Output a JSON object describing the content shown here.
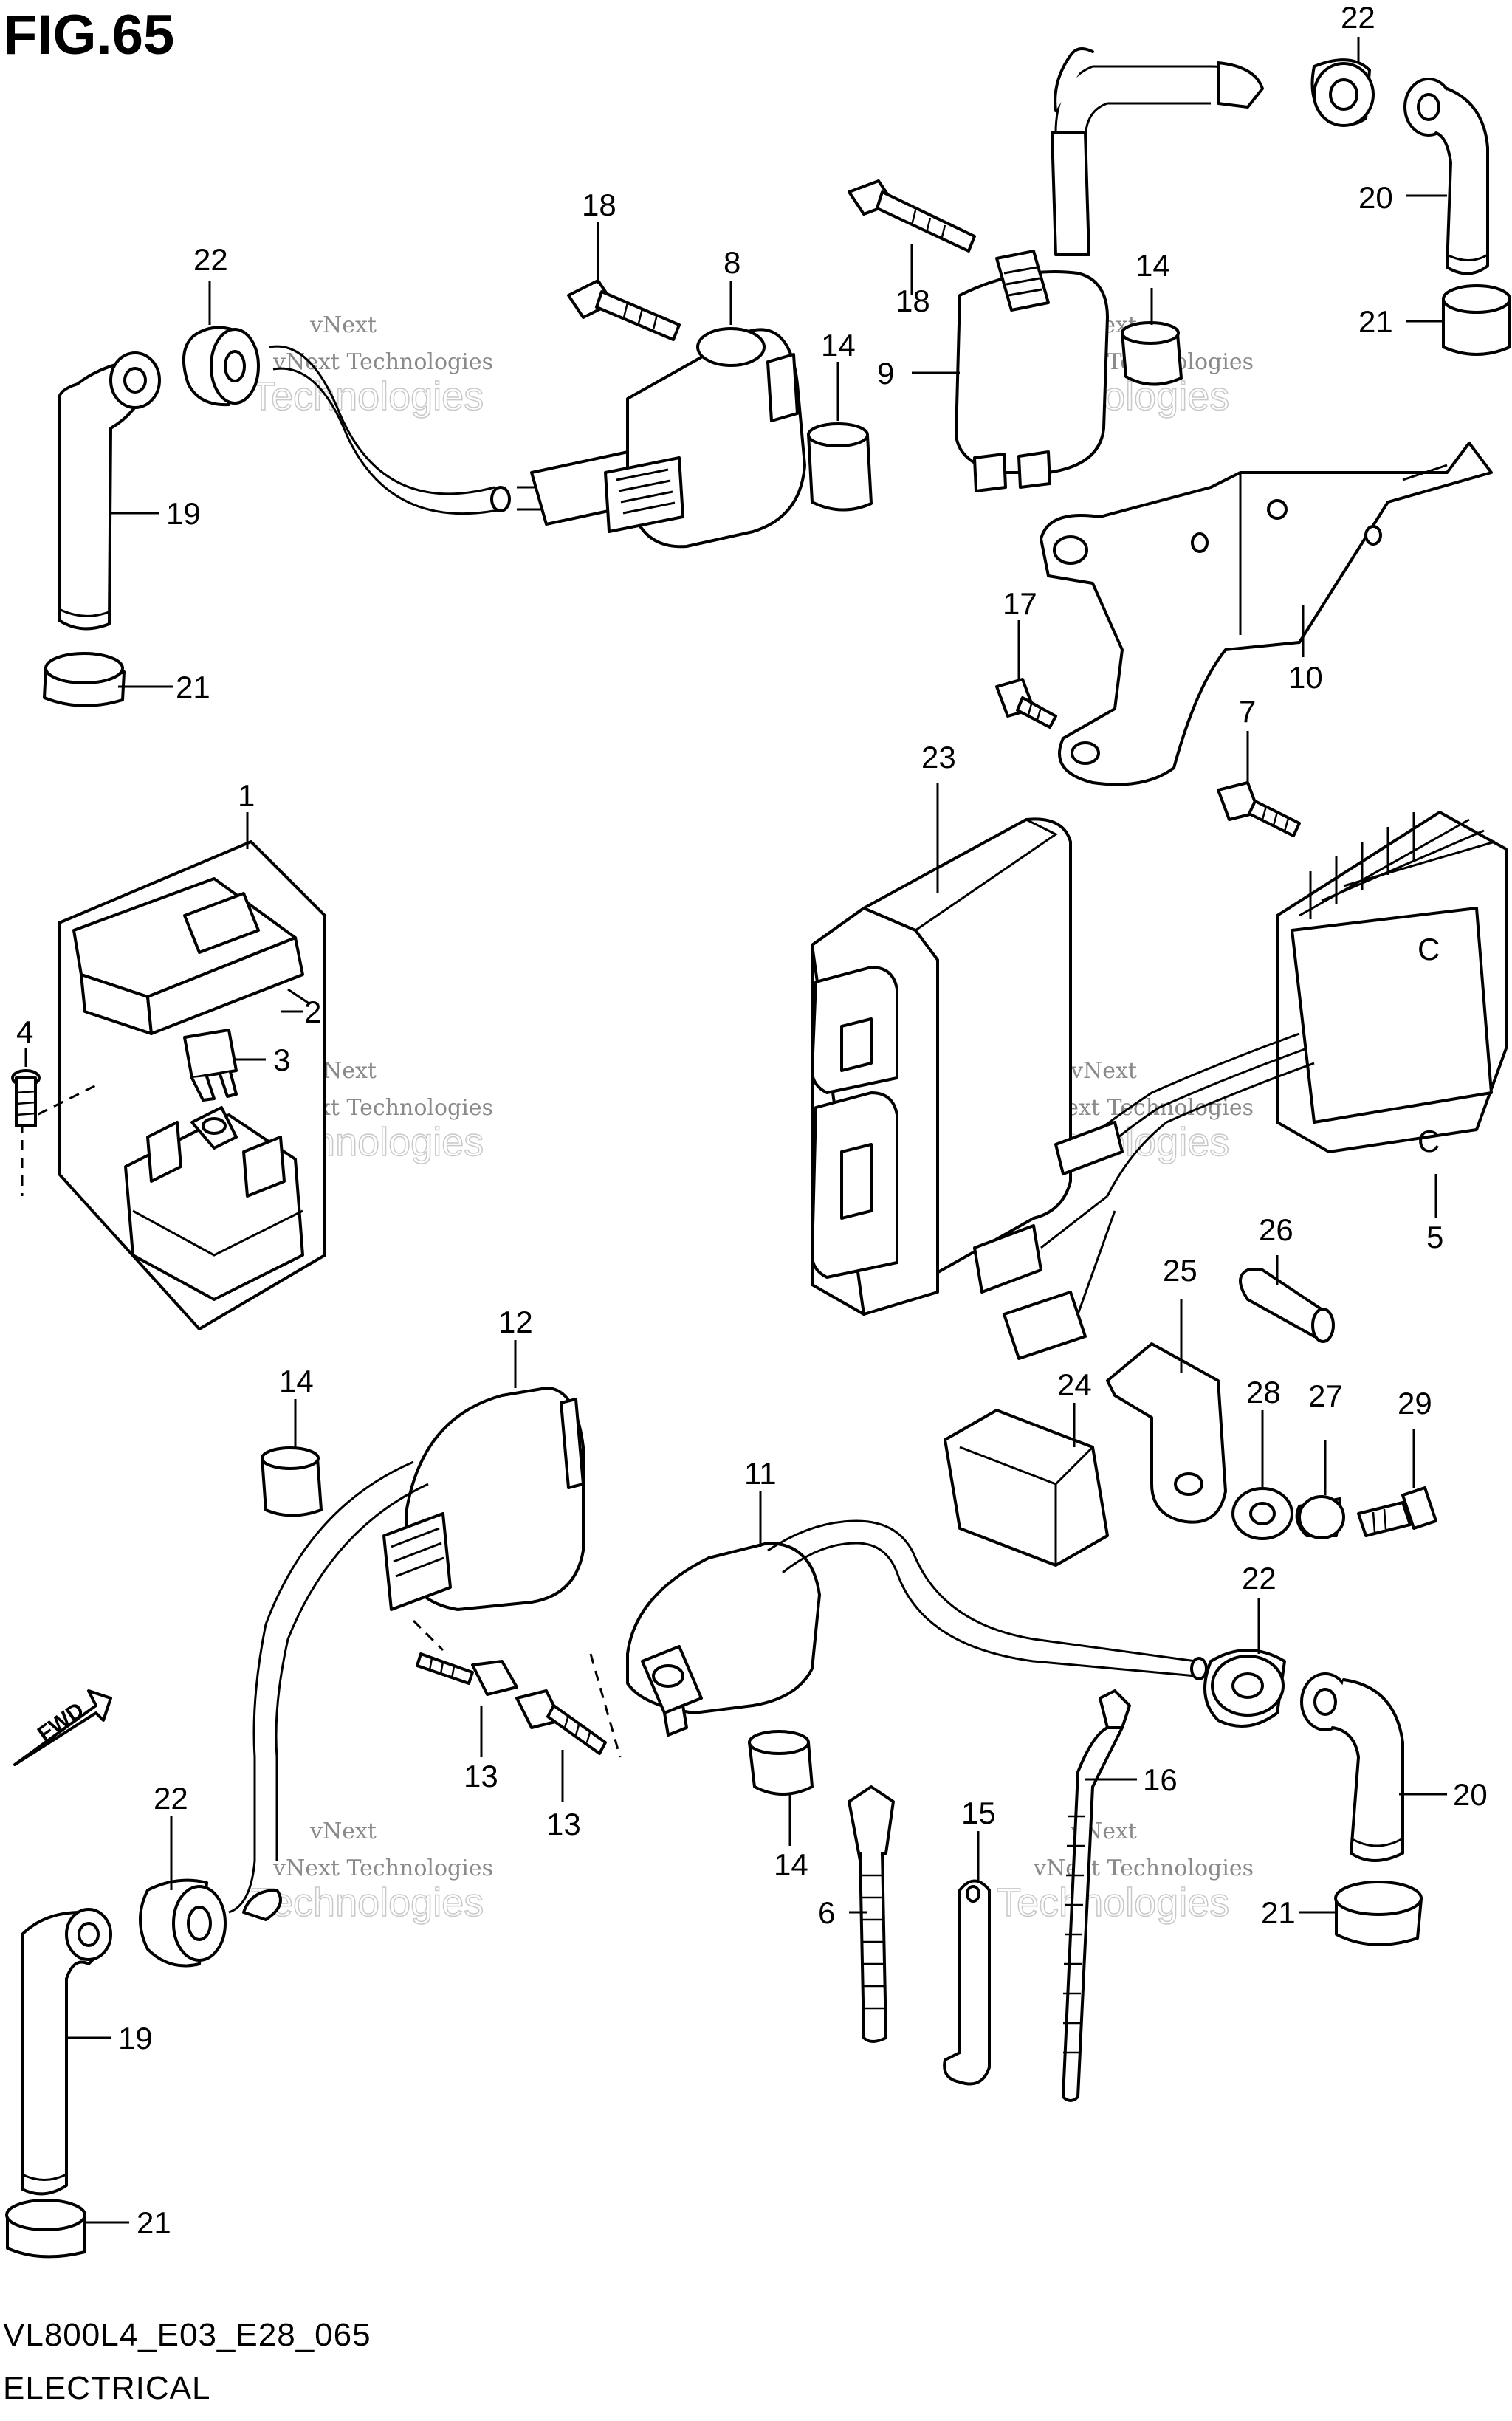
{
  "figure": {
    "title": "FIG.65",
    "code": "VL800L4_E03_E28_065",
    "name": "ELECTRICAL"
  },
  "watermark": {
    "line1": "vNext",
    "line2": "vNext Technologies",
    "line3": "Technologies"
  },
  "arrow_label": "FWD",
  "callouts": {
    "c1": "1",
    "c2": "2",
    "c3": "3",
    "c4": "4",
    "c5": "5",
    "c6": "6",
    "c7": "7",
    "c8": "8",
    "c9": "9",
    "c10": "10",
    "c11": "11",
    "c12": "12",
    "c13a": "13",
    "c13b": "13",
    "c14a": "14",
    "c14b": "14",
    "c14c": "14",
    "c14d": "14",
    "c15": "15",
    "c16": "16",
    "c17": "17",
    "c18a": "18",
    "c18b": "18",
    "c19a": "19",
    "c19b": "19",
    "c20a": "20",
    "c20b": "20",
    "c21a": "21",
    "c21b": "21",
    "c21c": "21",
    "c21d": "21",
    "c22a": "22",
    "c22b": "22",
    "c22c": "22",
    "c22d": "22",
    "c23": "23",
    "c24": "24",
    "c25": "25",
    "c26": "26",
    "c27": "27",
    "c28": "28",
    "c29": "29"
  }
}
